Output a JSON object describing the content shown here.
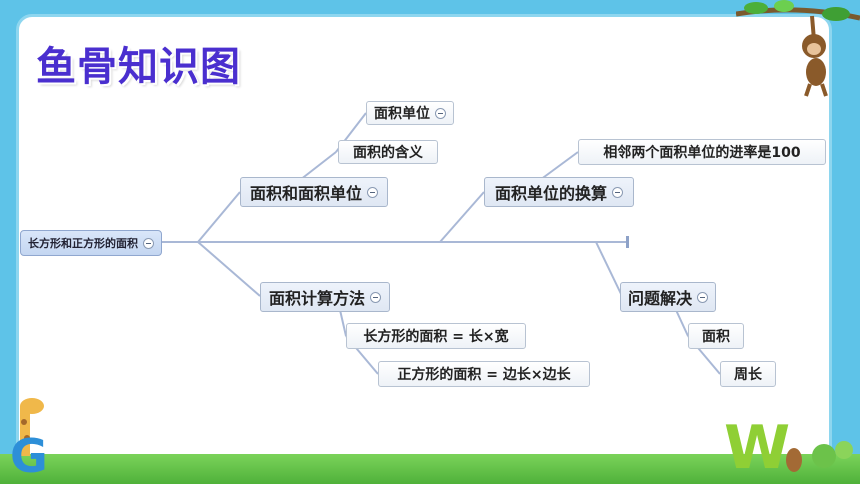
{
  "title": "鱼骨知识图",
  "root": {
    "label": "长方形和正方形的面积"
  },
  "branches": [
    {
      "label": "面积和面积单位",
      "children": [
        "面积单位",
        "面积的含义"
      ]
    },
    {
      "label": "面积计算方法",
      "children": [
        "长方形的面积 = 长×宽",
        "正方形的面积 = 边长×边长"
      ]
    },
    {
      "label": "面积单位的换算",
      "children": [
        "相邻两个面积单位的进率是100"
      ]
    },
    {
      "label": "问题解决",
      "children": [
        "面积",
        "周长"
      ]
    }
  ],
  "colors": {
    "title": "#4a2fcf",
    "spine": "#a9b8d6",
    "frame": "#8ed6ef",
    "background": "#5ec3e8"
  },
  "decorations": [
    "monkey-icon",
    "giraffe-icon",
    "letter-G-logo",
    "letter-W-logo",
    "grass-decoration",
    "leaves-decoration"
  ]
}
